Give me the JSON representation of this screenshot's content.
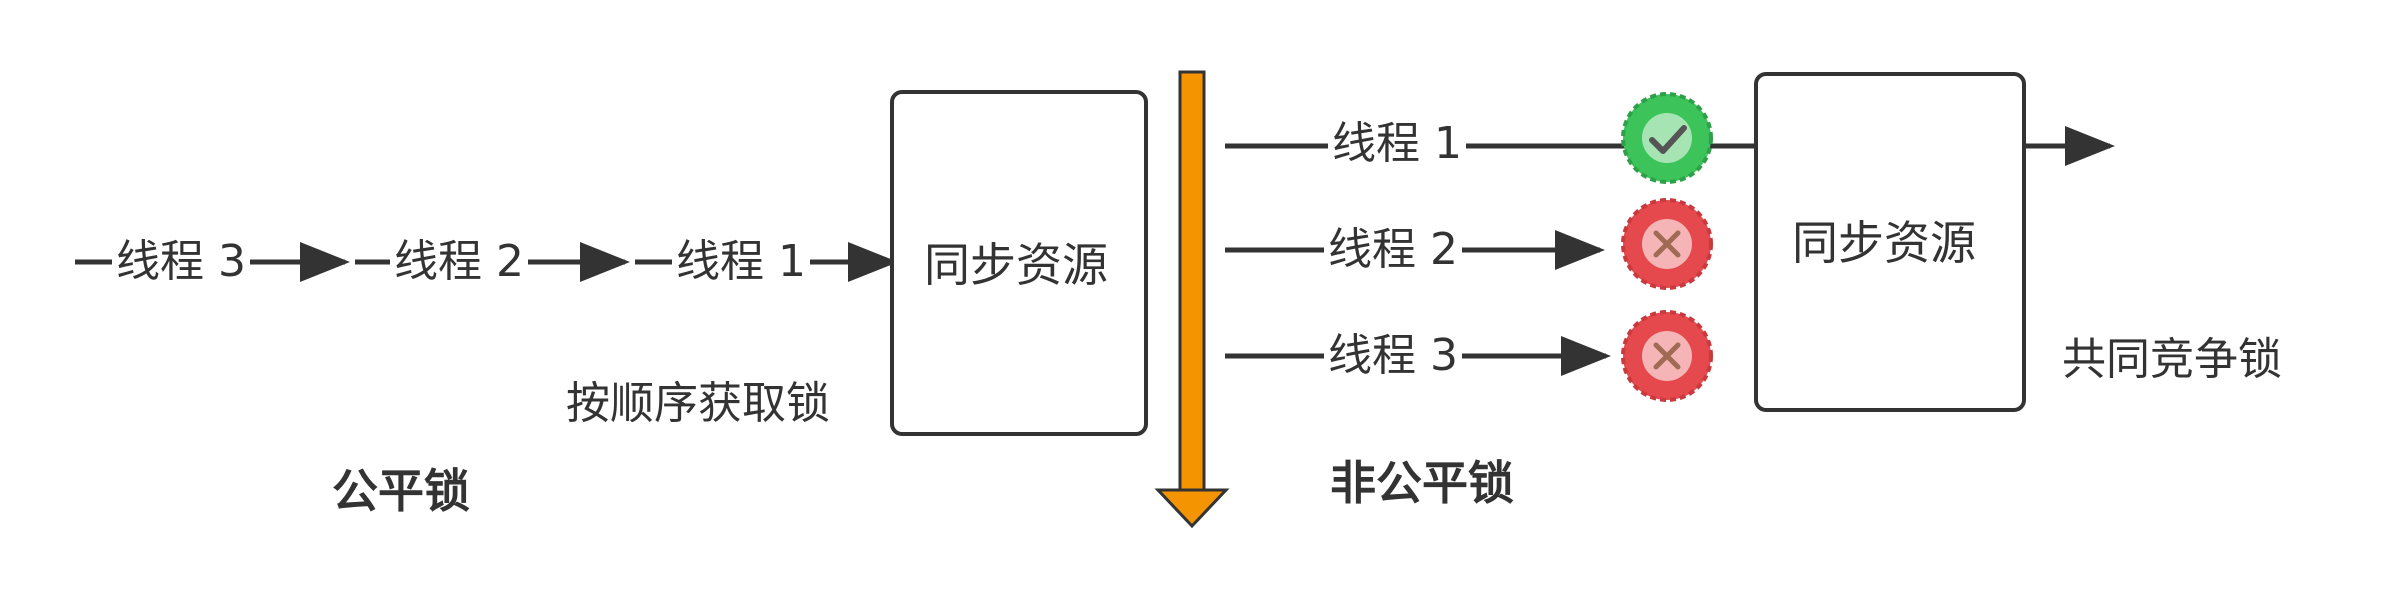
{
  "fair": {
    "title": "公平锁",
    "threads": [
      "线程 3",
      "线程 2",
      "线程 1"
    ],
    "resource_label": "同步资源",
    "note": "按顺序获取锁"
  },
  "unfair": {
    "title": "非公平锁",
    "threads": [
      {
        "label": "线程 1",
        "status": "success"
      },
      {
        "label": "线程 2",
        "status": "blocked"
      },
      {
        "label": "线程 3",
        "status": "blocked"
      }
    ],
    "resource_label": "同步资源",
    "note": "共同竞争锁"
  },
  "colors": {
    "line": "#333333",
    "divider": "#F49400",
    "divider_border": "#333333",
    "success": "#3CC35A",
    "blocked": "#E5484D"
  },
  "icons": {
    "success": "check-circle-icon",
    "blocked": "cross-circle-icon"
  }
}
